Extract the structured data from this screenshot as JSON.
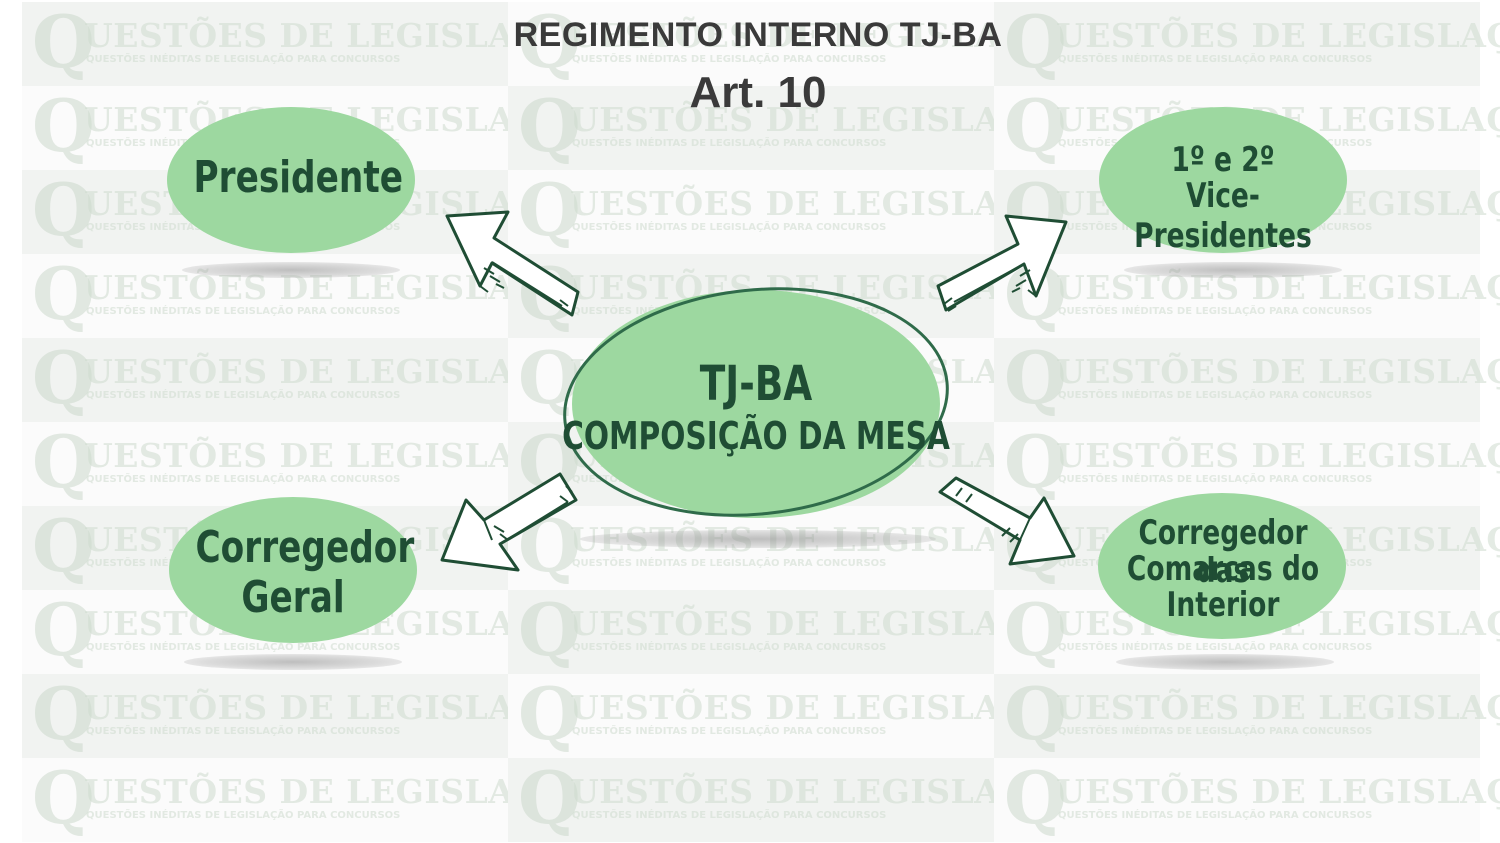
{
  "header": {
    "title": "REGIMENTO INTERNO TJ-BA",
    "article": "Art. 10"
  },
  "center": {
    "line1": "TJ-BA",
    "line2": "COMPOSIÇÃO DA MESA"
  },
  "nodes": {
    "presidente": "Presidente",
    "vice_line1": "1º e 2º",
    "vice_line2": "Vice-Presidentes",
    "corregedor_geral_line1": "Corregedor",
    "corregedor_geral_line2": "Geral",
    "corregedor_interior_line1": "Corregedor das",
    "corregedor_interior_line2": "Comarcas do",
    "corregedor_interior_line3": "Interior"
  },
  "watermark": {
    "initial": "Q",
    "text": "UESTÕES DE LEGISLAÇÃO",
    "subtext": "QUESTÕES INÉDITAS DE LEGISLAÇÃO PARA CONCURSOS"
  },
  "colors": {
    "node_fill": "#9dd8a0",
    "text_dark_green": "#1f4d34",
    "outline": "#2f6b4a",
    "title_text": "#3a3a3a"
  }
}
